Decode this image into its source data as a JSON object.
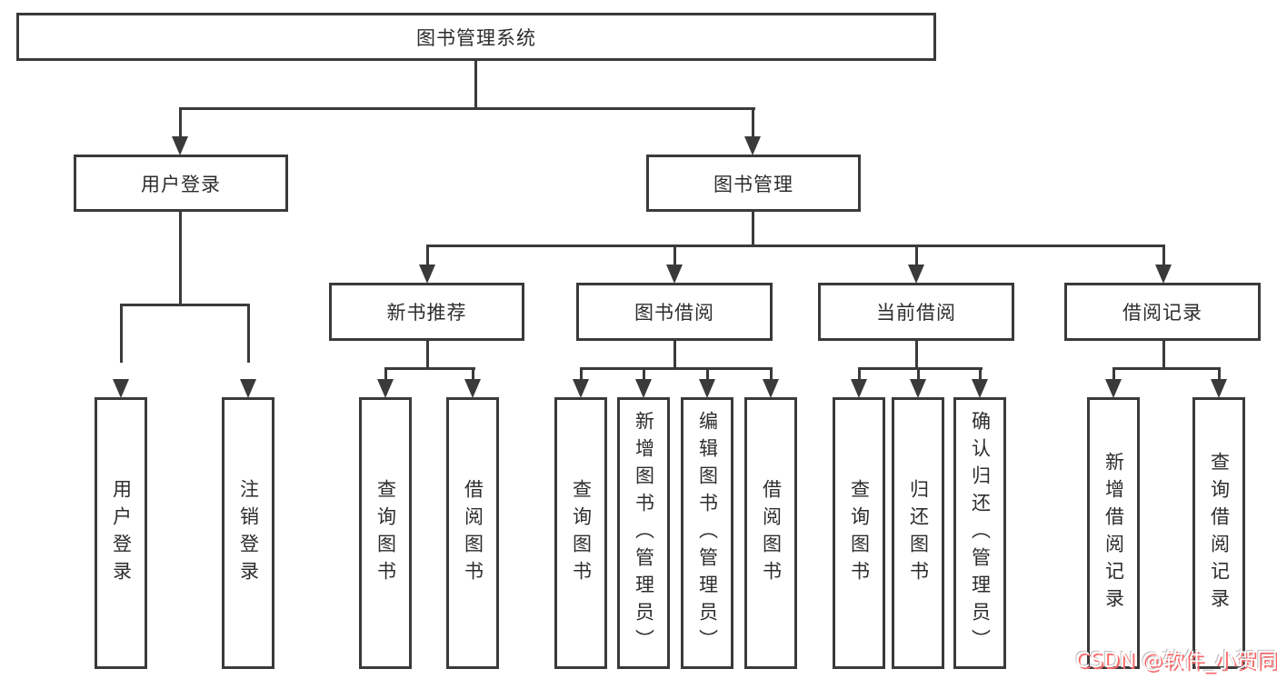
{
  "colors": {
    "line": "#3a3a3a",
    "text": "#2d2d2d",
    "watermark_fill": "#ffffff",
    "watermark_shadow": "#f96a6a"
  },
  "watermark": "CSDN @软件_小贺同学",
  "nodes": {
    "root": {
      "label": "图书管理系统"
    },
    "user_login": {
      "label": "用户登录"
    },
    "book_mgmt": {
      "label": "图书管理"
    },
    "new_book": {
      "label": "新书推荐"
    },
    "book_borrow": {
      "label": "图书借阅"
    },
    "current_borrow": {
      "label": "当前借阅"
    },
    "borrow_record": {
      "label": "借阅记录"
    },
    "leaf_user_login": {
      "label": "用户登录"
    },
    "leaf_logout": {
      "label": "注销登录"
    },
    "leaf_nb_query": {
      "label": "查询图书"
    },
    "leaf_nb_borrow": {
      "label": "借阅图书"
    },
    "leaf_bb_query": {
      "label": "查询图书"
    },
    "leaf_bb_add": {
      "label": "新增图书（管理员）"
    },
    "leaf_bb_edit": {
      "label": "编辑图书（管理员）"
    },
    "leaf_bb_borrow": {
      "label": "借阅图书"
    },
    "leaf_cb_query": {
      "label": "查询图书"
    },
    "leaf_cb_return": {
      "label": "归还图书"
    },
    "leaf_cb_confirm": {
      "label": "确认归还（管理员）"
    },
    "leaf_br_add": {
      "label": "新增借阅记录"
    },
    "leaf_br_query": {
      "label": "查询借阅记录"
    }
  },
  "hierarchy": {
    "图书管理系统": {
      "用户登录": [
        "用户登录",
        "注销登录"
      ],
      "图书管理": {
        "新书推荐": [
          "查询图书",
          "借阅图书"
        ],
        "图书借阅": [
          "查询图书",
          "新增图书（管理员）",
          "编辑图书（管理员）",
          "借阅图书"
        ],
        "当前借阅": [
          "查询图书",
          "归还图书",
          "确认归还（管理员）"
        ],
        "借阅记录": [
          "新增借阅记录",
          "查询借阅记录"
        ]
      }
    }
  }
}
